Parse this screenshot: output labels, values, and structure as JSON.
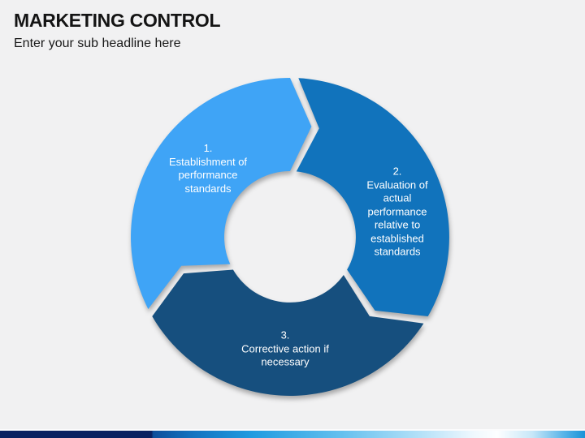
{
  "slide": {
    "title": "MARKETING CONTROL",
    "subtitle": "Enter your sub headline here",
    "background_color": "#f1f1f2",
    "title_color": "#141414"
  },
  "diagram": {
    "type": "cycle-arrows",
    "description": "Three-step circular arrow cycle, clockwise",
    "segments": [
      {
        "step": "1.",
        "label": "1.\nEstablishment of\nperformance\nstandards",
        "color": "#3fa4f6",
        "position": "top-left"
      },
      {
        "step": "2.",
        "label": "2.\nEvaluation of\nactual\nperformance\nrelative to\nestablished\nstandards",
        "color": "#1173bc",
        "position": "right"
      },
      {
        "step": "3.",
        "label": "3.\nCorrective action if\nnecessary",
        "color": "#164f7e",
        "position": "bottom"
      }
    ],
    "text_color": "#ffffff"
  },
  "footer_bar": {
    "navy_color": "#0a2161",
    "gradient_stops": [
      {
        "c": "#0a2161",
        "p": "0%"
      },
      {
        "c": "#0a2161",
        "p": "25.9%"
      },
      {
        "c": "#0f4f9b",
        "p": "26.2%"
      },
      {
        "c": "#1373c0",
        "p": "33%"
      },
      {
        "c": "#1f9be0",
        "p": "43%"
      },
      {
        "c": "#62bfee",
        "p": "58%"
      },
      {
        "c": "#b5e1f8",
        "p": "72%"
      },
      {
        "c": "#eff8fe",
        "p": "81%"
      },
      {
        "c": "#fdfeff",
        "p": "85%"
      },
      {
        "c": "#c7e7f8",
        "p": "91%"
      },
      {
        "c": "#56b3e8",
        "p": "96.5%"
      },
      {
        "c": "#1a93d7",
        "p": "100%"
      }
    ]
  }
}
